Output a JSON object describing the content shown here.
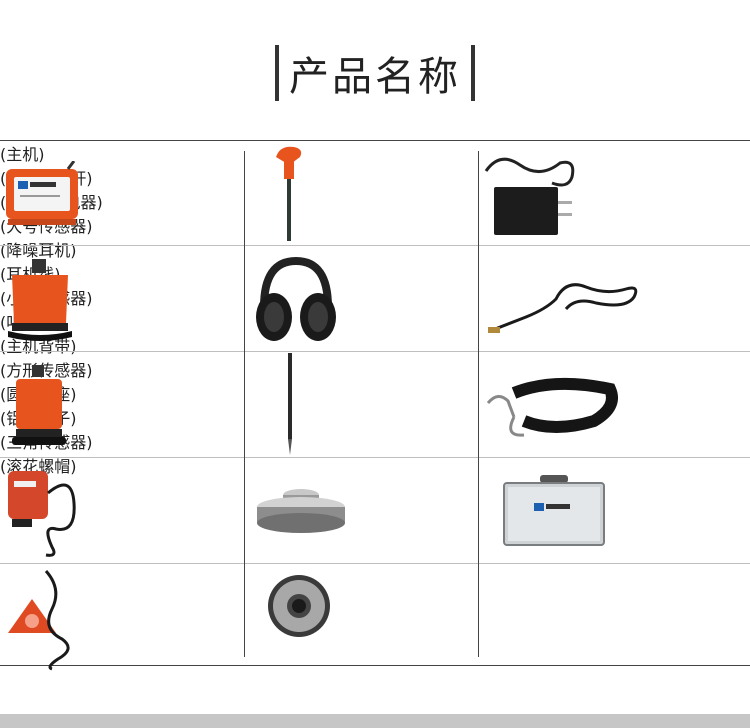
{
  "title": "产品名称",
  "items": [
    {
      "label": "(主机)",
      "icon": "main-unit"
    },
    {
      "label": "(手握伸缩杆)",
      "icon": "telescopic-rod"
    },
    {
      "label": "(5V2A充电器)",
      "icon": "charger"
    },
    {
      "label": "(大号传感器)",
      "icon": "large-sensor"
    },
    {
      "label": "(降噪耳机)",
      "icon": "headphones"
    },
    {
      "label": "(耳机线)",
      "icon": "headphone-cable"
    },
    {
      "label": "(小号传感器)",
      "icon": "small-sensor"
    },
    {
      "label": "(听音杆)",
      "icon": "listening-rod"
    },
    {
      "label": "(主机背带)",
      "icon": "shoulder-strap"
    },
    {
      "label": "(方形传感器)",
      "icon": "square-sensor"
    },
    {
      "label": "(圆形底座)",
      "icon": "round-base"
    },
    {
      "label": "(铝盒箱子)",
      "icon": "aluminum-case"
    },
    {
      "label": "(三角传感器)",
      "icon": "triangle-sensor"
    },
    {
      "label": "(滚花螺帽)",
      "icon": "knurled-nut"
    }
  ],
  "colors": {
    "accent": "#e8541e",
    "frame": "#444444"
  }
}
